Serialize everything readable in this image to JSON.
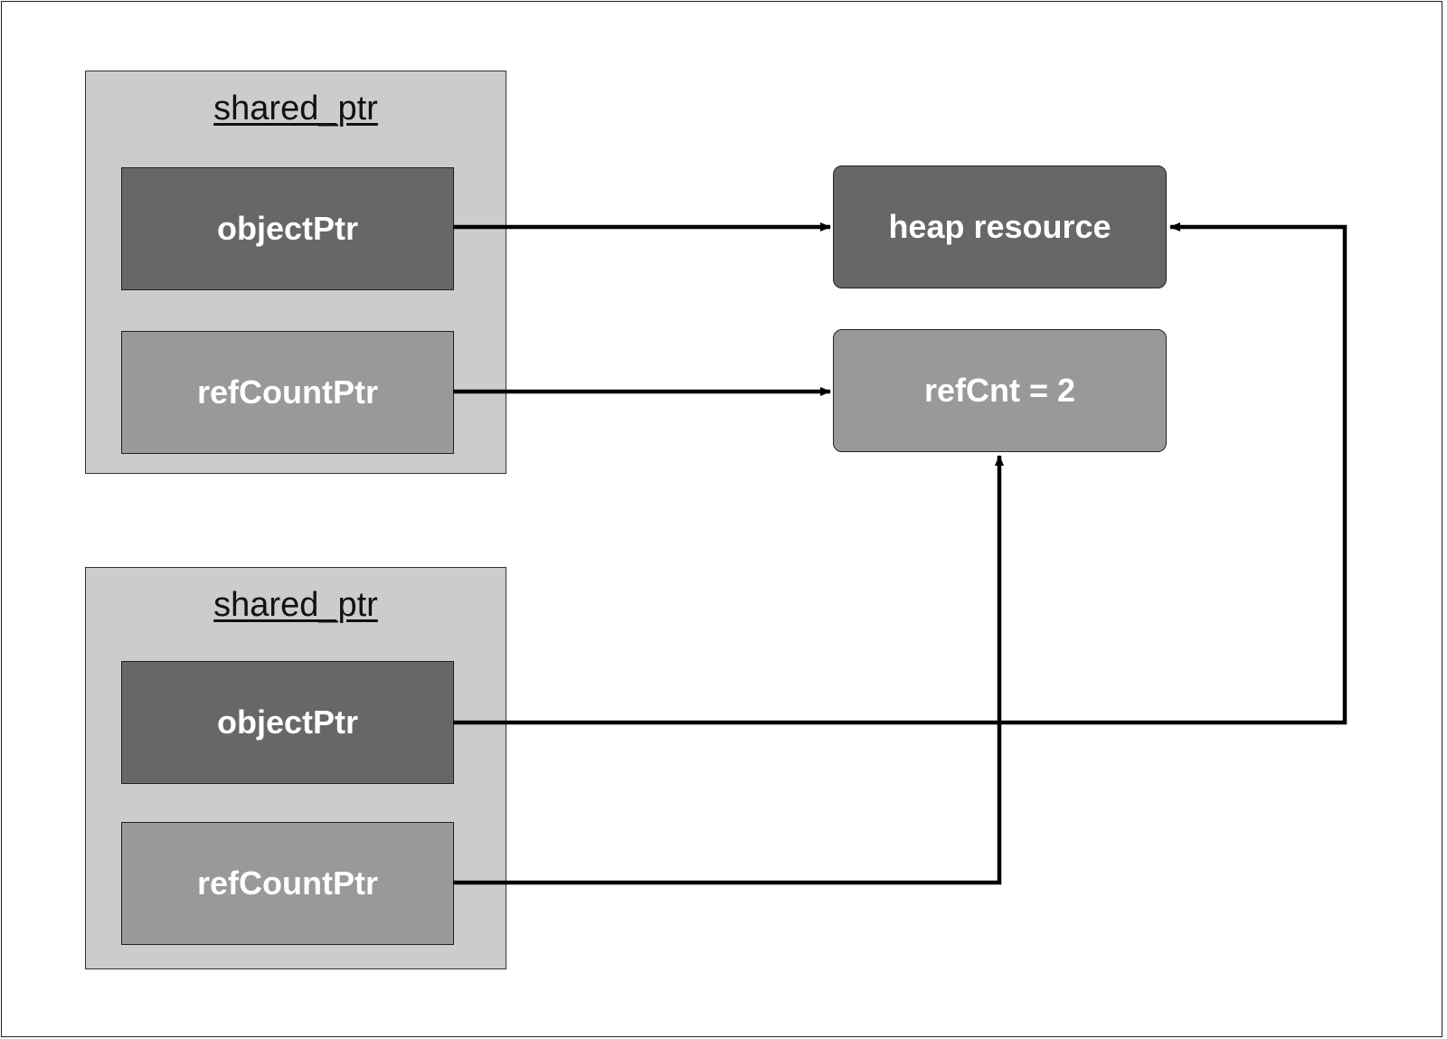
{
  "groups": [
    {
      "title": "shared_ptr",
      "fields": [
        {
          "label": "objectPtr"
        },
        {
          "label": "refCountPtr"
        }
      ]
    },
    {
      "title": "shared_ptr",
      "fields": [
        {
          "label": "objectPtr"
        },
        {
          "label": "refCountPtr"
        }
      ]
    }
  ],
  "targets": {
    "heap": "heap resource",
    "refcnt": "refCnt = 2"
  },
  "colors": {
    "group_fill": "#cccccc",
    "dark_fill": "#676767",
    "mid_fill": "#999999",
    "stroke": "#000000"
  }
}
